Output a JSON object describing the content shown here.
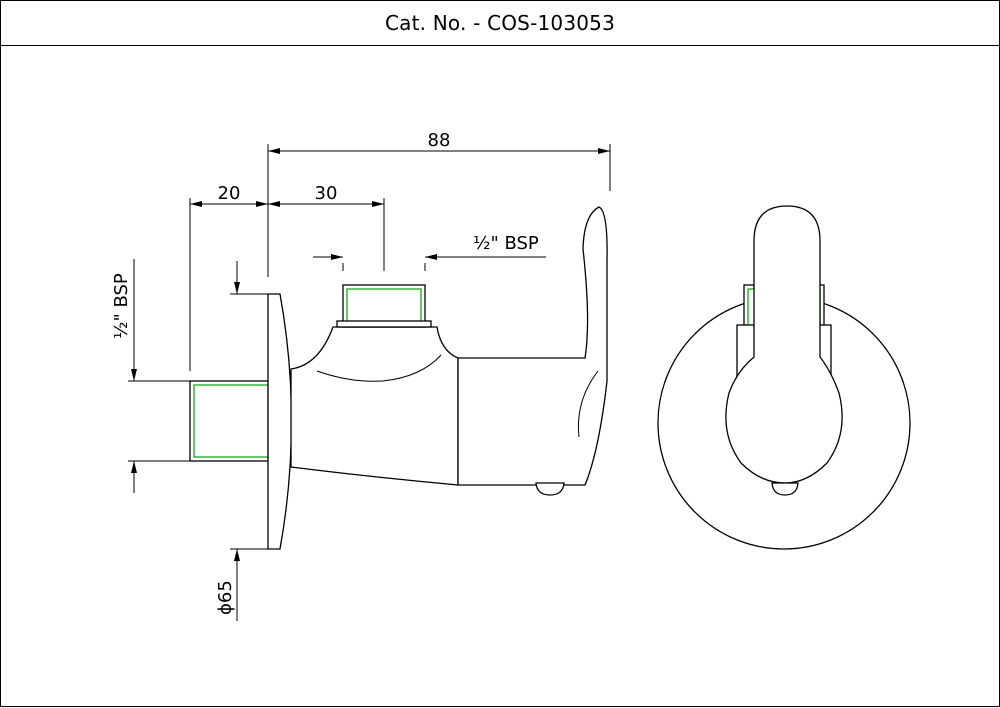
{
  "title": "Cat. No. - COS-103053",
  "dimensions": {
    "overall_length": "88",
    "wall_thread_length": "20",
    "outlet_offset": "30",
    "outlet_thread": "½\" BSP",
    "inlet_thread": "½\" BSP",
    "flange_diameter": "ϕ65"
  },
  "colors": {
    "line": "#000000",
    "thread": "#1aa81a",
    "background": "#ffffff"
  }
}
